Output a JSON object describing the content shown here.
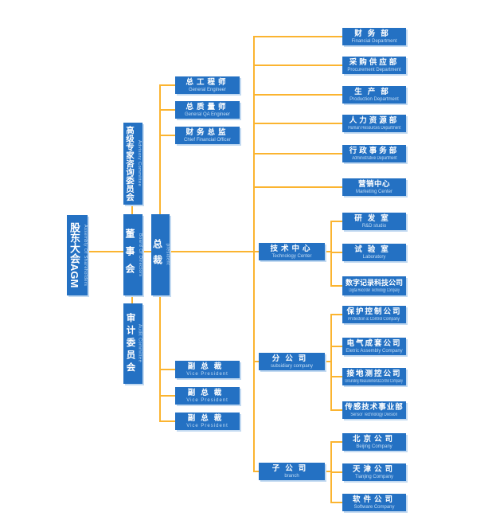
{
  "palette": {
    "node_blue": "#2471C3",
    "connector_orange": "#FBB430",
    "chinese_text": "#FFFFFF",
    "english_text": "#C2DCF4",
    "shadow_blue": "#C3DAF1",
    "background": "#FFFFFF"
  },
  "nodes": {
    "agm": {
      "zh": "股东大会AGM",
      "en": "Assembly Of Shareholders"
    },
    "advisory": {
      "zh": "高级专家咨询委员会",
      "en": "Advisory Committee"
    },
    "board": {
      "zh": "董事会",
      "en": "Board Of Directors"
    },
    "audit": {
      "zh": "审计委员会",
      "en": "Audit Committee"
    },
    "president": {
      "zh": "总裁",
      "en": "president"
    },
    "chief_engineer": {
      "zh": "总工程师",
      "en": "General Engineer"
    },
    "chief_qa": {
      "zh": "总质量师",
      "en": "General QA Engineer"
    },
    "cfo": {
      "zh": "财务总监",
      "en": "Chief Financial Officer"
    },
    "vp": {
      "zh": "副总裁",
      "en": "Vice President"
    },
    "tech_center": {
      "zh": "技术中心",
      "en": "Technology Center"
    },
    "subsidiary": {
      "zh": "分公司",
      "en": "subsidiary company"
    },
    "branch": {
      "zh": "子公司",
      "en": "branch"
    },
    "finance": {
      "zh": "财务部",
      "en": "Financial Department"
    },
    "procurement": {
      "zh": "采购供应部",
      "en": "Procurement Department"
    },
    "production": {
      "zh": "生产部",
      "en": "Production Department"
    },
    "hr": {
      "zh": "人力资源部",
      "en": "Human Resources Department"
    },
    "admin": {
      "zh": "行政事务部",
      "en": "Administrative Department"
    },
    "marketing": {
      "zh": "营销中心",
      "en": "Marketing Center"
    },
    "rnd": {
      "zh": "研发室",
      "en": "R&D studio"
    },
    "lab": {
      "zh": "试验室",
      "en": "Laboratory"
    },
    "digital": {
      "zh": "数字记录科技公司",
      "en": "Digital Recorder Technology Company"
    },
    "protection": {
      "zh": "保护控制公司",
      "en": "Protection & Control Company"
    },
    "electric": {
      "zh": "电气成套公司",
      "en": "Eletric Assembly Company"
    },
    "grounding": {
      "zh": "接地测控公司",
      "en": "Grounding Measurement&Control Company"
    },
    "sensor": {
      "zh": "传感技术事业部",
      "en": "Sensor Technology Division"
    },
    "beijing": {
      "zh": "北京公司",
      "en": "Beijing Company"
    },
    "tianjin": {
      "zh": "天津公司",
      "en": "Tianjing Company"
    },
    "software": {
      "zh": "软件公司",
      "en": "Software Company"
    }
  }
}
